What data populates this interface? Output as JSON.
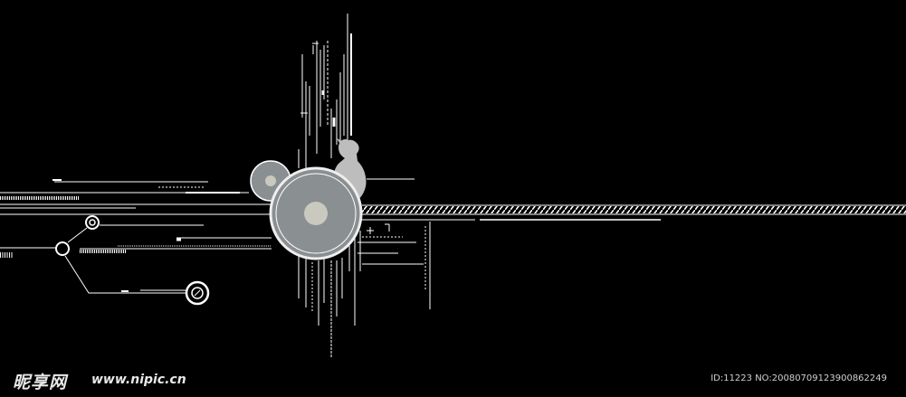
{
  "watermark": {
    "logo_text": "昵享网",
    "url": "www.nipic.cn",
    "id_text": "ID:11223 NO:20080709123900862249"
  },
  "colors": {
    "background": "#000000",
    "line": "#ffffff",
    "disc_fill": "#8a8f91",
    "disc_inner": "#c9c9c0",
    "figure": "#bdbdbd"
  }
}
